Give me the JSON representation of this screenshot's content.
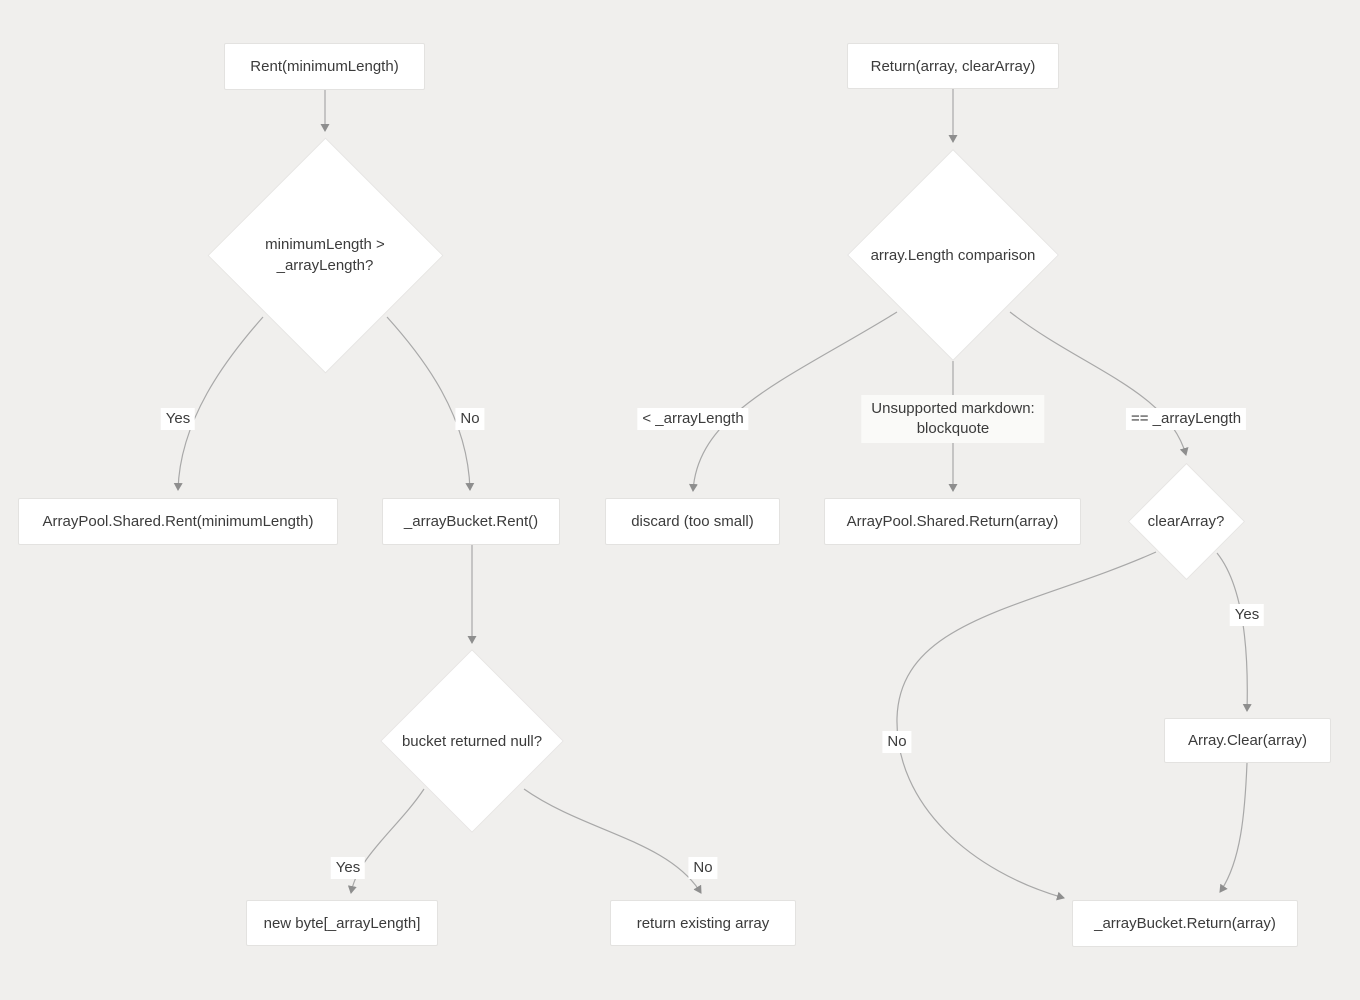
{
  "diagram": {
    "type": "flowchart",
    "background_color": "#f0efed",
    "node_bg_color": "#ffffff",
    "node_border_color": "#e3e2e0",
    "edge_color": "#a8a8a8",
    "arrow_color": "#8e8e8e",
    "text_color": "#3b3b3b"
  },
  "nodes": {
    "rent_entry": {
      "label": "Rent(minimumLength)"
    },
    "rent_decision": {
      "line1": "minimumLength >",
      "line2": "_arrayLength?"
    },
    "arraypool_rent": {
      "label": "ArrayPool.Shared.Rent(minimumLength)"
    },
    "bucket_rent": {
      "label": "_arrayBucket.Rent()"
    },
    "bucket_null_decision": {
      "label": "bucket returned null?"
    },
    "new_byte": {
      "label": "new byte[_arrayLength]"
    },
    "return_existing": {
      "label": "return existing array"
    },
    "return_entry": {
      "label": "Return(array, clearArray)"
    },
    "length_decision": {
      "label": "array.Length comparison"
    },
    "discard": {
      "label": "discard (too small)"
    },
    "arraypool_return": {
      "label": "ArrayPool.Shared.Return(array)"
    },
    "clear_decision": {
      "label": "clearArray?"
    },
    "array_clear": {
      "label": "Array.Clear(array)"
    },
    "bucket_return": {
      "label": "_arrayBucket.Return(array)"
    }
  },
  "edge_labels": {
    "rent_yes": "Yes",
    "rent_no": "No",
    "bucket_yes": "Yes",
    "bucket_no": "No",
    "len_less": "< _arrayLength",
    "len_note_line1": "Unsupported markdown:",
    "len_note_line2": "blockquote",
    "len_equal": "== _arrayLength",
    "clear_yes": "Yes",
    "clear_no": "No"
  },
  "edges": [
    {
      "from": "rent_entry",
      "to": "rent_decision",
      "label": ""
    },
    {
      "from": "rent_decision",
      "to": "arraypool_rent",
      "label": "Yes"
    },
    {
      "from": "rent_decision",
      "to": "bucket_rent",
      "label": "No"
    },
    {
      "from": "bucket_rent",
      "to": "bucket_null_decision",
      "label": ""
    },
    {
      "from": "bucket_null_decision",
      "to": "new_byte",
      "label": "Yes"
    },
    {
      "from": "bucket_null_decision",
      "to": "return_existing",
      "label": "No"
    },
    {
      "from": "return_entry",
      "to": "length_decision",
      "label": ""
    },
    {
      "from": "length_decision",
      "to": "discard",
      "label": "< _arrayLength"
    },
    {
      "from": "length_decision",
      "to": "arraypool_return",
      "label": "Unsupported markdown: blockquote"
    },
    {
      "from": "length_decision",
      "to": "clear_decision",
      "label": "== _arrayLength"
    },
    {
      "from": "clear_decision",
      "to": "array_clear",
      "label": "Yes"
    },
    {
      "from": "clear_decision",
      "to": "bucket_return",
      "label": "No"
    },
    {
      "from": "array_clear",
      "to": "bucket_return",
      "label": ""
    }
  ]
}
